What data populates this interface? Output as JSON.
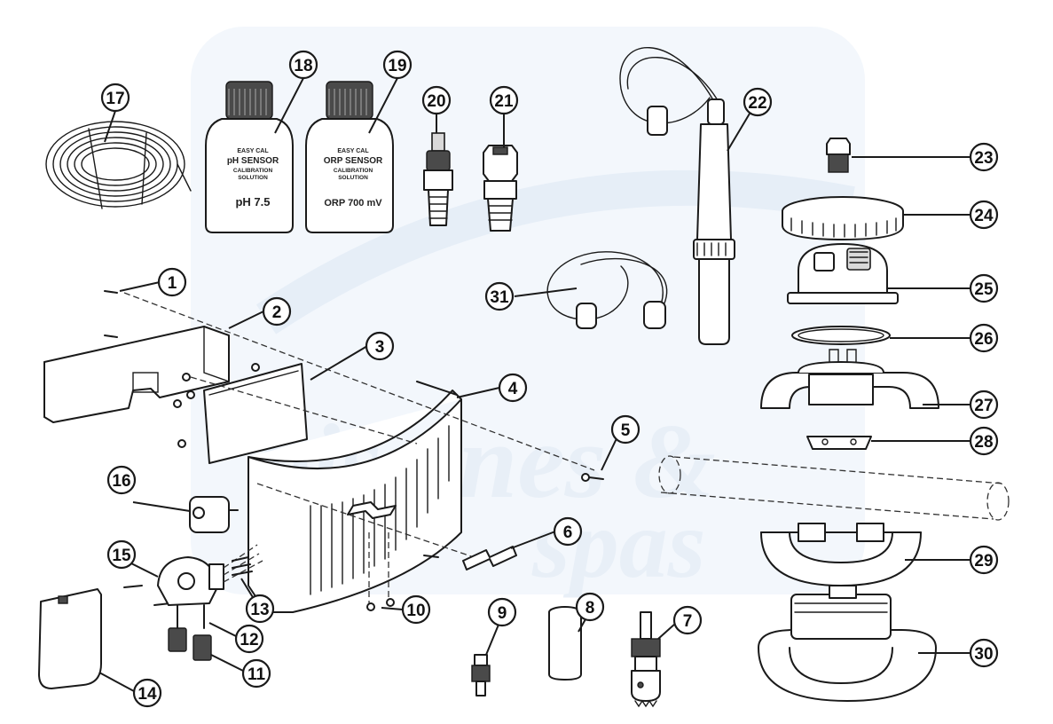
{
  "watermark": {
    "line1": "piscines &",
    "line2": "spas",
    "color": "#e3ecf6"
  },
  "bottles": {
    "ph": {
      "brand": "EASY CAL",
      "sensor": "pH SENSOR",
      "line3": "CALIBRATION",
      "line4": "SOLUTION",
      "value": "pH 7.5"
    },
    "orp": {
      "brand": "EASY CAL",
      "sensor": "ORP SENSOR",
      "line3": "CALIBRATION",
      "line4": "SOLUTION",
      "value": "ORP 700 mV"
    }
  },
  "callouts": [
    "1",
    "2",
    "3",
    "4",
    "5",
    "6",
    "7",
    "8",
    "9",
    "10",
    "11",
    "12",
    "13",
    "14",
    "15",
    "16",
    "17",
    "18",
    "19",
    "20",
    "21",
    "22",
    "23",
    "24",
    "25",
    "26",
    "27",
    "28",
    "29",
    "30",
    "31"
  ]
}
